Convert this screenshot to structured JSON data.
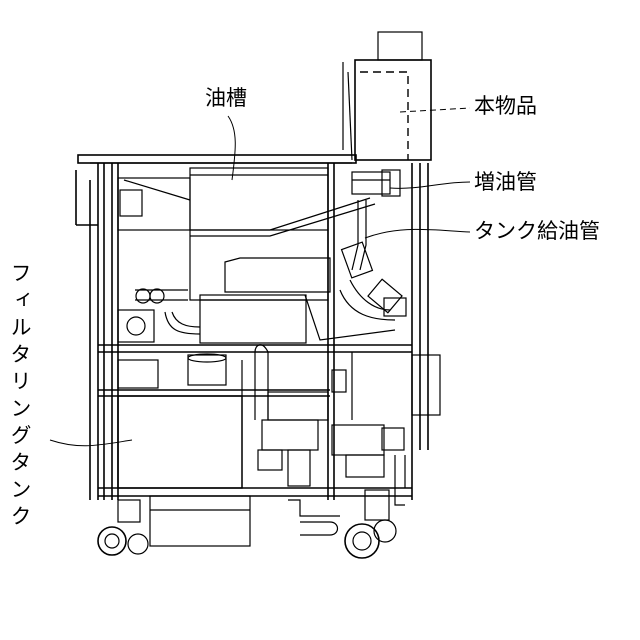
{
  "labels": {
    "oil_tank": "油槽",
    "product": "本物品",
    "oil_addition_pipe": "増油管",
    "tank_supply_pipe": "タンク給油管",
    "filtering_tank": "フィルタリングタンク"
  },
  "colors": {
    "line": "#000000",
    "background": "#ffffff"
  }
}
